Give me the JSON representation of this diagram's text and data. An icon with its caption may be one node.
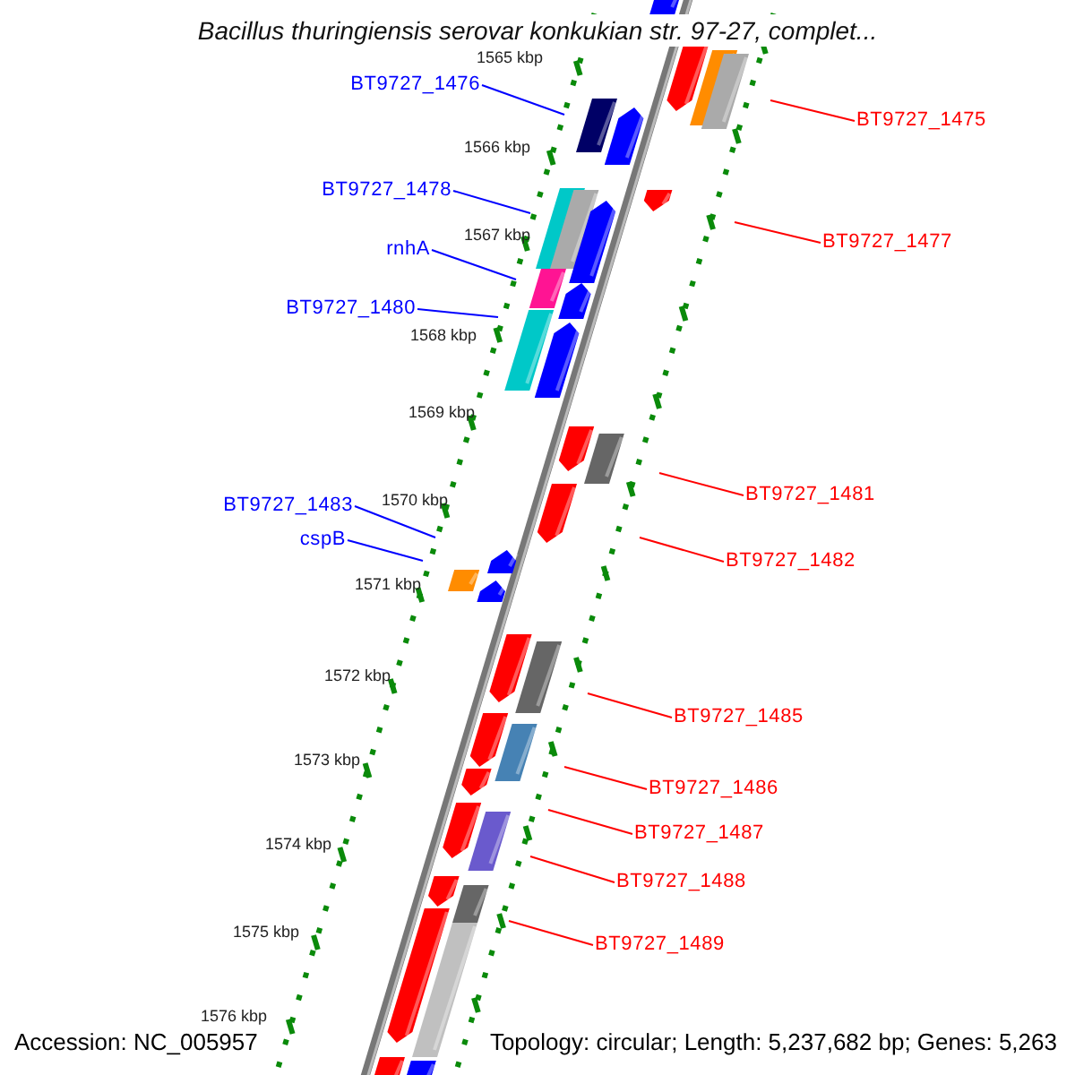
{
  "diagram": {
    "title": "Bacillus thuringiensis serovar konkukian str. 97-27, complet...",
    "nodes": [
      {
        "text": [
          "BT9727_1476"
        ]
      },
      {
        "text": [
          "BT9727_1475"
        ]
      },
      {
        "text": [
          "BT9727_1478"
        ]
      },
      {
        "text": [
          "BT9727_1477"
        ]
      },
      {
        "text": [
          "rnhA"
        ]
      },
      {
        "text": [
          "BT9727_1480"
        ]
      },
      {
        "text": [
          "BT9727_1481"
        ]
      },
      {
        "text": [
          "BT9727_1483"
        ]
      },
      {
        "text": [
          "cspB"
        ]
      },
      {
        "text": [
          "BT9727_1482"
        ]
      },
      {
        "text": [
          "BT9727_1485"
        ]
      },
      {
        "text": [
          "BT9727_1486"
        ]
      },
      {
        "text": [
          "BT9727_1487"
        ]
      },
      {
        "text": [
          "BT9727_1488"
        ]
      },
      {
        "text": [
          "BT9727_1489"
        ]
      }
    ],
    "edges": [
      {
        "from": 0,
        "to": null,
        "arrow": "none",
        "color": "#0000ff"
      },
      {
        "from": 1,
        "to": null,
        "arrow": "none"
      },
      {
        "from": 2,
        "to": null,
        "arrow": "none",
        "color": "#0000ff"
      },
      {
        "from": 3,
        "to": null,
        "arrow": "none"
      },
      {
        "from": 4,
        "to": null,
        "arrow": "none",
        "color": "#0000ff"
      },
      {
        "from": 5,
        "to": null,
        "arrow": "none",
        "color": "#0000ff"
      },
      {
        "from": 6,
        "to": null,
        "arrow": "none"
      },
      {
        "from": 7,
        "to": null,
        "arrow": "none",
        "color": "#0000ff"
      },
      {
        "from": 8,
        "to": null,
        "arrow": "none",
        "color": "#0000ff"
      },
      {
        "from": 9,
        "to": null,
        "arrow": "none"
      },
      {
        "from": 10,
        "to": null,
        "arrow": "none"
      },
      {
        "from": 11,
        "to": null,
        "arrow": "none"
      },
      {
        "from": 12,
        "to": null,
        "arrow": "none"
      },
      {
        "from": 13,
        "to": null,
        "arrow": "none"
      },
      {
        "from": 14,
        "to": null,
        "arrow": "none"
      }
    ],
    "labels": [
      "1565 kbp",
      "1566 kbp",
      "1567 kbp",
      "1568 kbp",
      "1569 kbp",
      "1570 kbp",
      "1571 kbp",
      "1572 kbp",
      "1573 kbp",
      "1574 kbp",
      "1575 kbp",
      "1576 kbp",
      "Accession: NC_005957",
      "Topology: circular; Length: 5,237,682 bp; Genes: 5,263"
    ]
  }
}
